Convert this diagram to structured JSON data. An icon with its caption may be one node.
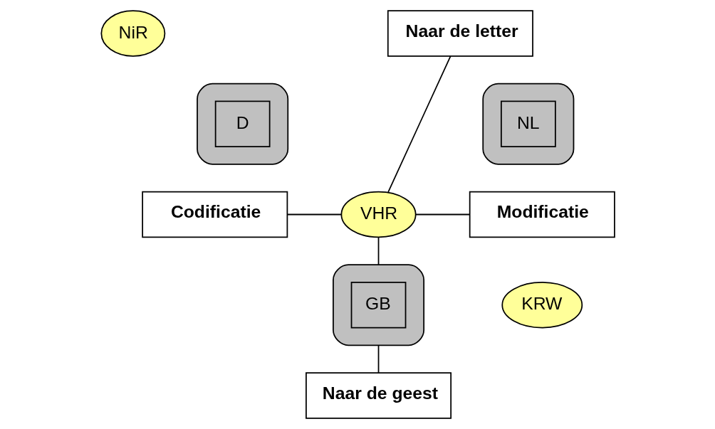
{
  "diagram": {
    "nodes": [
      {
        "text": [
          "Naar de letter"
        ]
      },
      {
        "text": [
          "NiR"
        ]
      },
      {
        "text": [],
        "shape": "ellipse"
      },
      {
        "text": [
          "D"
        ],
        "in": 2
      },
      {
        "text": [],
        "shape": "ellipse"
      },
      {
        "text": [
          "NL"
        ],
        "in": 4
      },
      {
        "text": [
          "Codificatie"
        ]
      },
      {
        "text": [
          "VHR"
        ]
      },
      {
        "text": [
          "Modificatie"
        ]
      },
      {
        "text": [],
        "shape": "ellipse"
      },
      {
        "text": [
          "GB"
        ],
        "in": 9
      },
      {
        "text": [
          "KRW"
        ]
      },
      {
        "text": [
          "Naar de geest"
        ]
      }
    ],
    "edges": [
      {
        "from": 0,
        "to": 7,
        "arrow": "none"
      },
      {
        "from": 6,
        "to": 7,
        "arrow": "none"
      },
      {
        "from": 7,
        "to": 8,
        "arrow": "none"
      },
      {
        "from": 7,
        "to": 9,
        "arrow": "none"
      },
      {
        "from": 9,
        "to": 12,
        "arrow": "none"
      }
    ]
  }
}
